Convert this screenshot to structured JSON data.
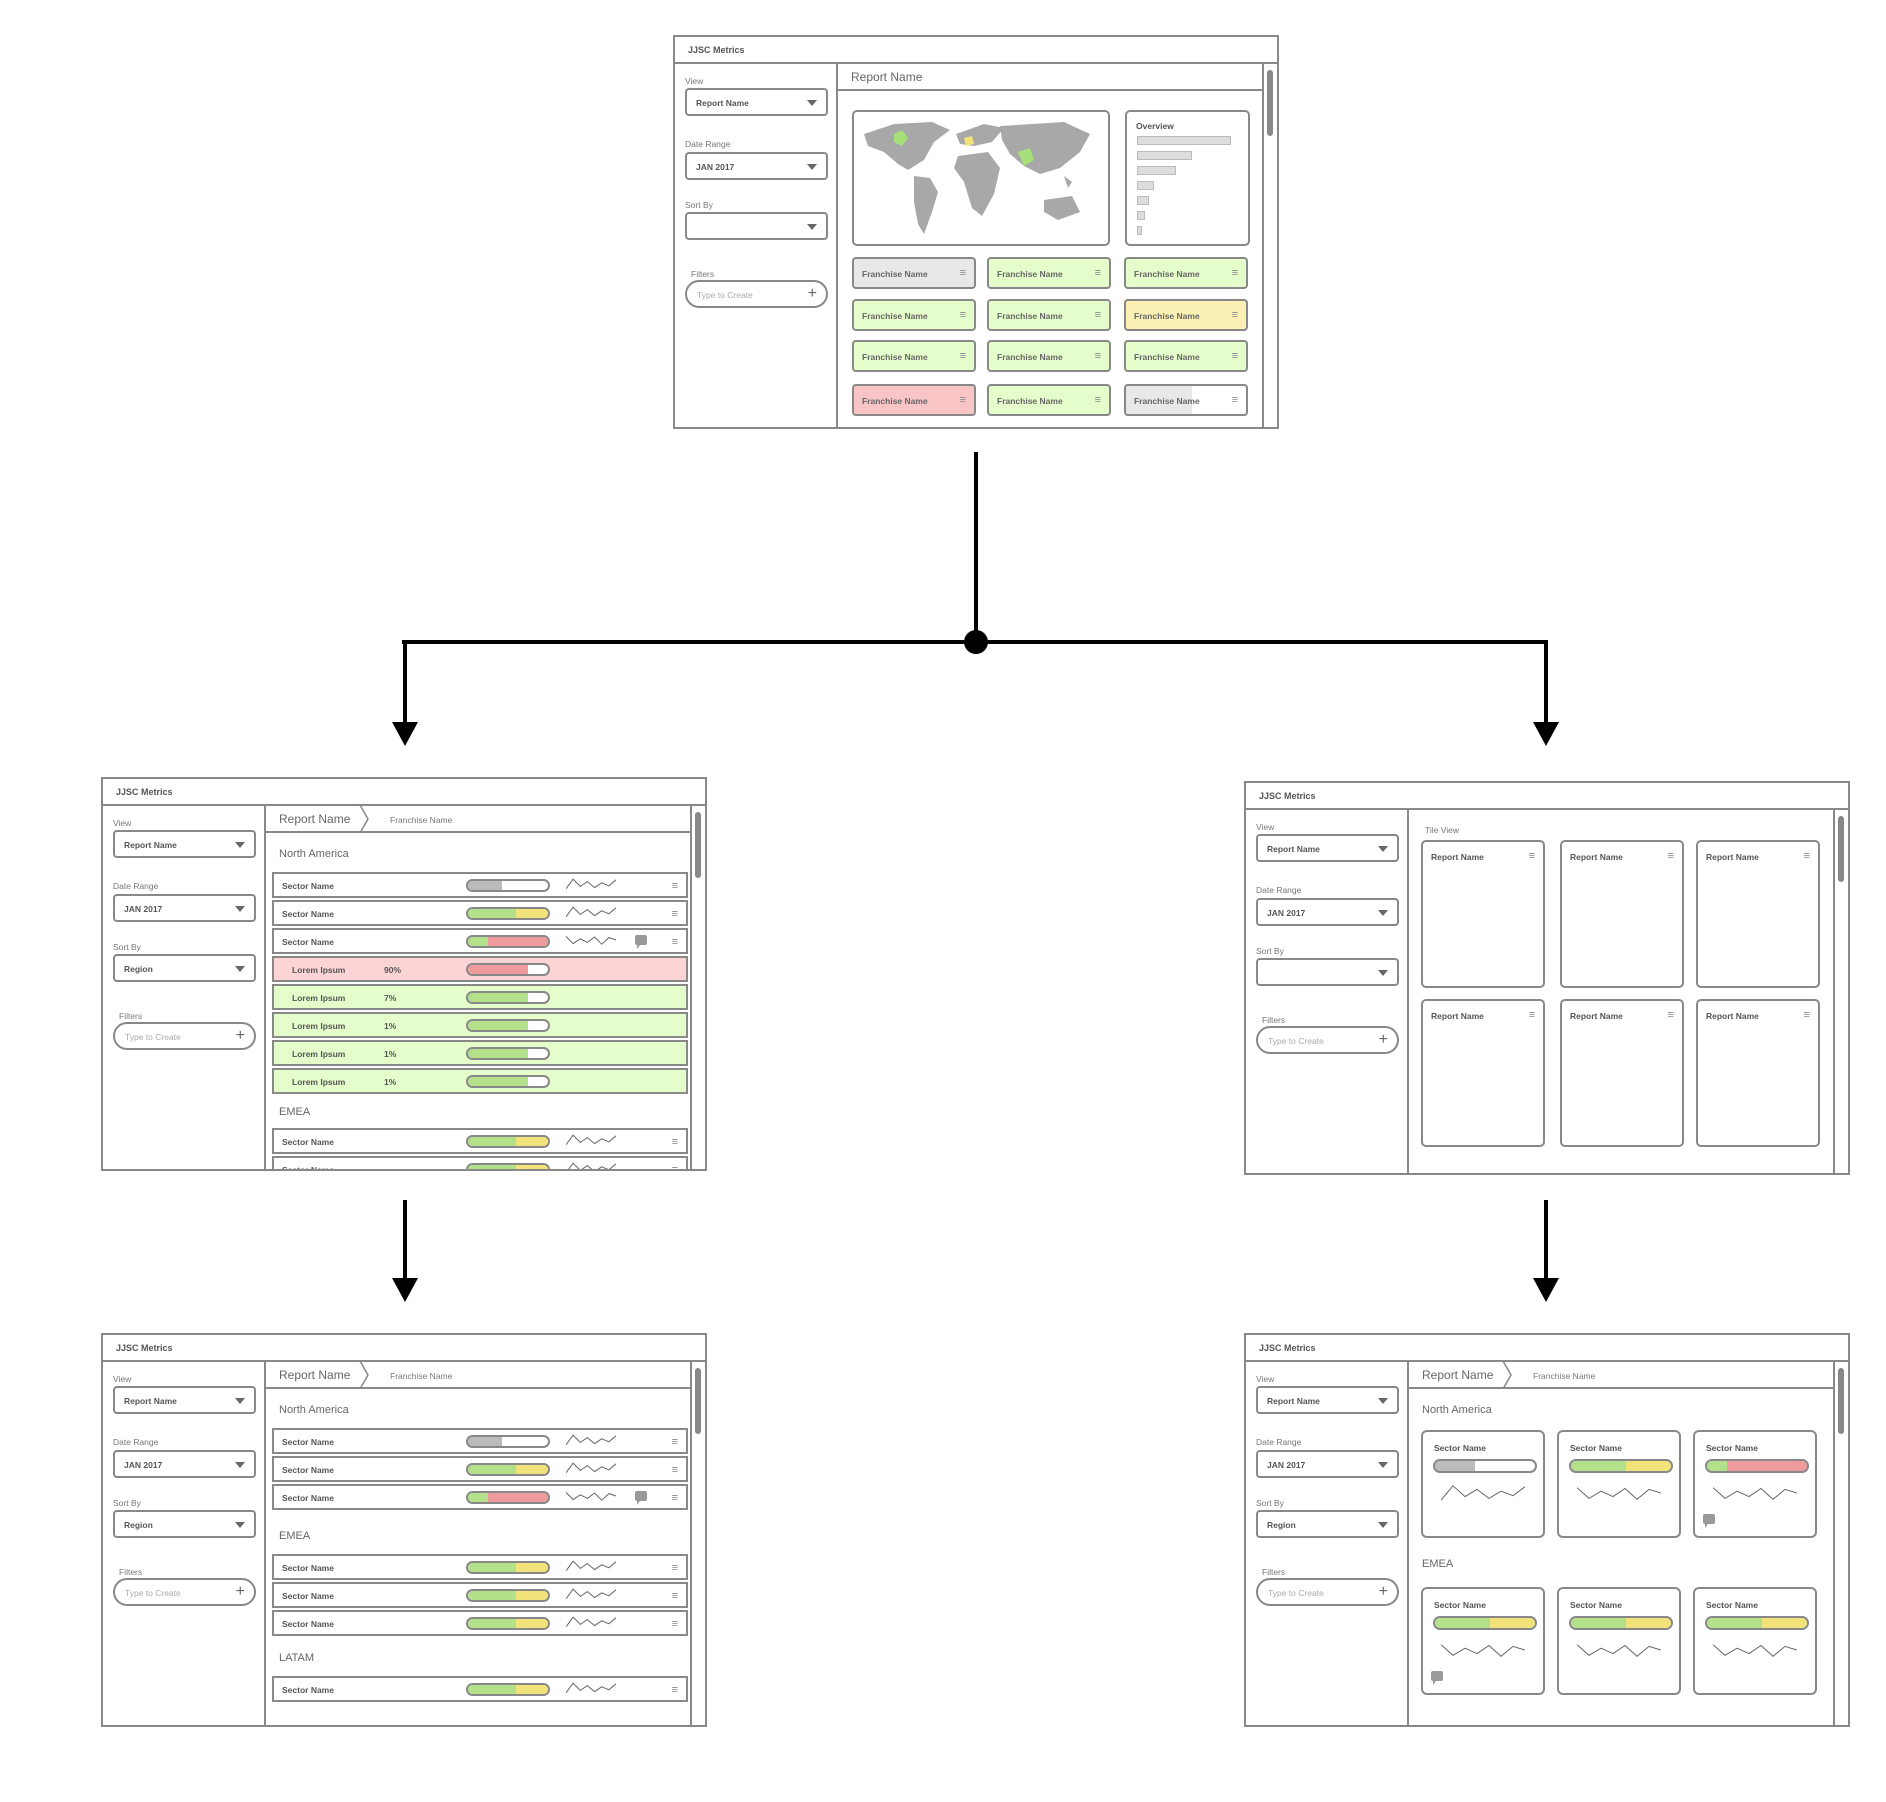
{
  "app_title": "JJSC Metrics",
  "sidebar": {
    "view_label": "View",
    "view_value": "Report Name",
    "date_label": "Date Range",
    "date_value": "JAN 2017",
    "sort_label": "Sort By",
    "sort_value_region": "Region",
    "filters_label": "Filters",
    "filters_placeholder": "Type to Create"
  },
  "overview_screen": {
    "report_title": "Report Name",
    "overview_title": "Overview",
    "overview_bars": [
      1.0,
      0.58,
      0.42,
      0.18,
      0.13,
      0.09,
      0.05
    ],
    "franchise_tiles": [
      {
        "name": "Franchise Name",
        "status": "gray"
      },
      {
        "name": "Franchise Name",
        "status": "green"
      },
      {
        "name": "Franchise Name",
        "status": "green"
      },
      {
        "name": "Franchise Name",
        "status": "green"
      },
      {
        "name": "Franchise Name",
        "status": "green"
      },
      {
        "name": "Franchise Name",
        "status": "yellow"
      },
      {
        "name": "Franchise Name",
        "status": "green"
      },
      {
        "name": "Franchise Name",
        "status": "green"
      },
      {
        "name": "Franchise Name",
        "status": "green"
      },
      {
        "name": "Franchise Name",
        "status": "red"
      },
      {
        "name": "Franchise Name",
        "status": "green"
      },
      {
        "name": "Franchise Name",
        "status": "partial"
      }
    ]
  },
  "breadcrumb": {
    "report": "Report Name",
    "franchise": "Franchise Name"
  },
  "regions": {
    "north_america": "North America",
    "emea": "EMEA",
    "latam": "LATAM"
  },
  "sector_name": "Sector Name",
  "lorem_rows": [
    {
      "name": "Lorem Ipsum",
      "pct": "90%",
      "status": "red"
    },
    {
      "name": "Lorem Ipsum",
      "pct": "7%",
      "status": "green"
    },
    {
      "name": "Lorem Ipsum",
      "pct": "1%",
      "status": "green"
    },
    {
      "name": "Lorem Ipsum",
      "pct": "1%",
      "status": "green"
    },
    {
      "name": "Lorem Ipsum",
      "pct": "1%",
      "status": "green"
    }
  ],
  "tile_view": {
    "label": "Tile View",
    "tile_name": "Report Name"
  },
  "colors": {
    "green": "#b3e08a",
    "yellow": "#f2e27a",
    "red": "#ef9a9c",
    "gray": "#bbbbbb",
    "tile_green": "#e5fccb",
    "tile_yellow": "#fbf1b4",
    "tile_red": "#f8c4c6",
    "tile_gray": "#e8e8e8",
    "map_land": "#a8a8a8",
    "map_highlight": "#a6e07a",
    "map_yellow": "#f2e27a"
  }
}
